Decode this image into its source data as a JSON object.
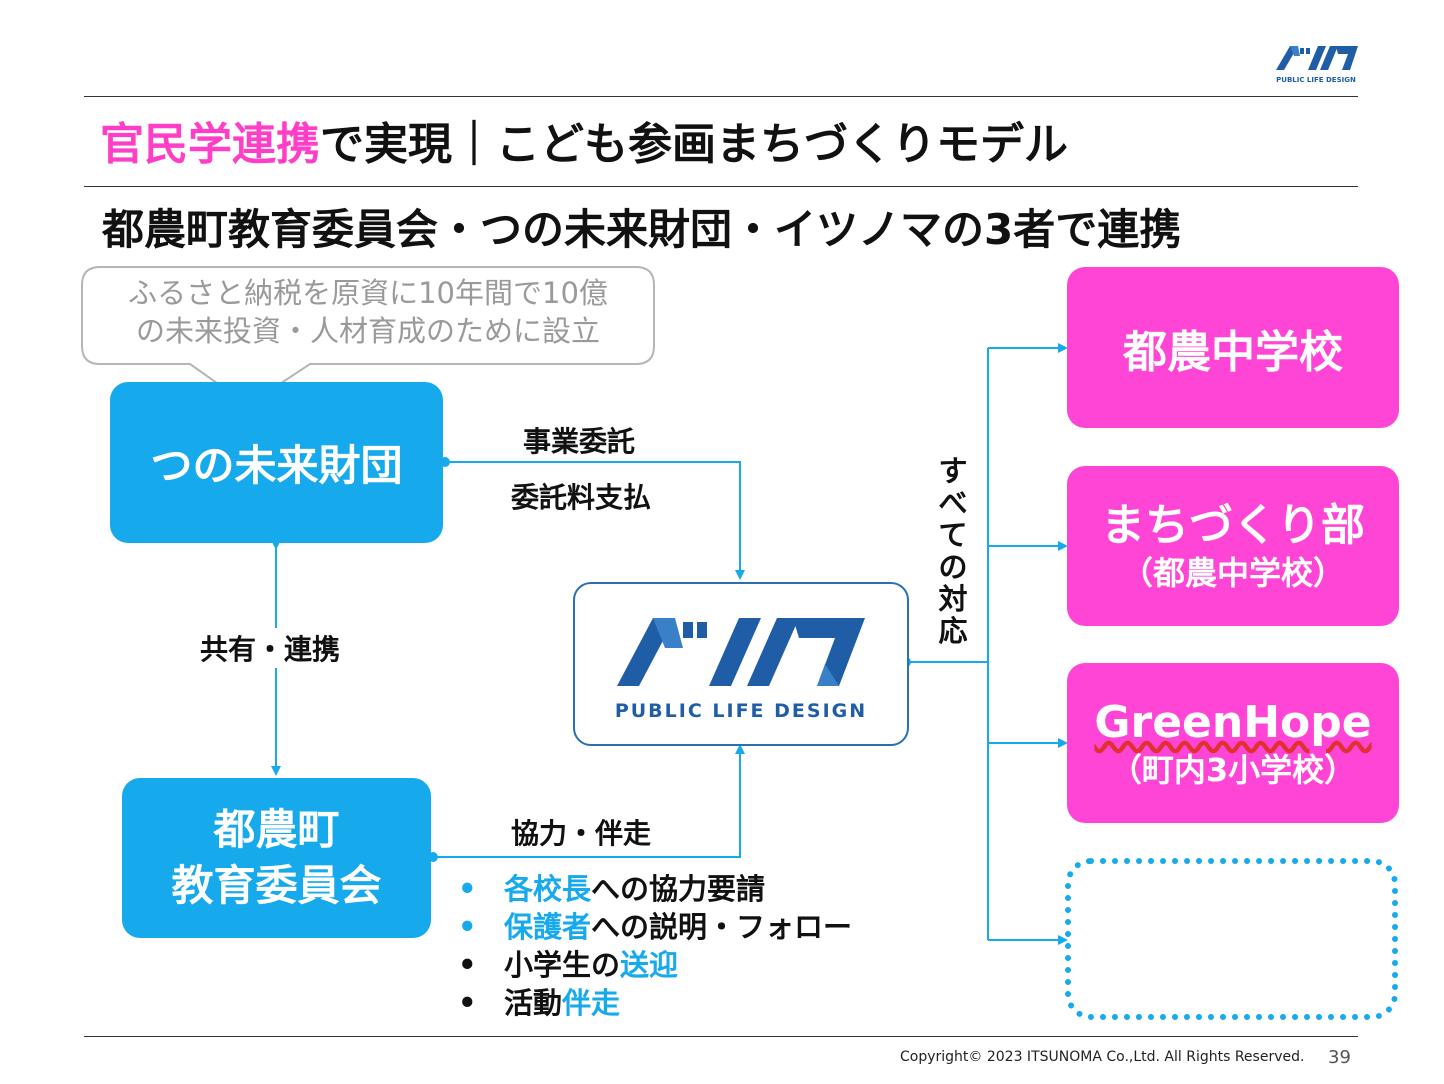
{
  "title": {
    "highlight": "官民学連携",
    "rest": "で実現｜こども参画まちづくりモデル"
  },
  "subtitle": "都農町教育委員会・つの未来財団・イツノマの3者で連携",
  "bubble": {
    "line1": "ふるさと納税を原資に10年間で10億",
    "line2": "の未来投資・人材育成のために設立"
  },
  "foundation": "つの未来財団",
  "board": {
    "line1": "都農町",
    "line2": "教育委員会"
  },
  "labels": {
    "contract": "事業委託",
    "payment": "委託料支払",
    "share": "共有・連携",
    "cooperate": "協力・伴走",
    "all_support": "すべての対応"
  },
  "center_logo": {
    "tagline": "PUBLIC LIFE DESIGN",
    "small_tagline": "PUBLIC LIFE DESIGN"
  },
  "targets": [
    {
      "line1": "都農中学校",
      "line2": ""
    },
    {
      "line1": "まちづくり部",
      "line2": "（都農中学校）"
    },
    {
      "line1": "GreenHope",
      "line2": "（町内3小学校）"
    }
  ],
  "bullets": [
    {
      "dot": "•",
      "hl": "各校長",
      "rest": "への協力要請"
    },
    {
      "dot": "•",
      "hl": "保護者",
      "rest": "への説明・フォロー"
    },
    {
      "dot": "•",
      "pre": "小学生の",
      "hl": "送迎"
    },
    {
      "dot": "•",
      "pre": "活動",
      "hl": "伴走"
    }
  ],
  "footer": {
    "copyright": "Copyright© 2023 ITSUNOMA Co.,Ltd.  All Rights Reserved.",
    "page": "39"
  },
  "colors": {
    "accent_pink": "#ff45d6",
    "accent_blue": "#16a9ec",
    "logo_blue": "#1f5ea6"
  }
}
